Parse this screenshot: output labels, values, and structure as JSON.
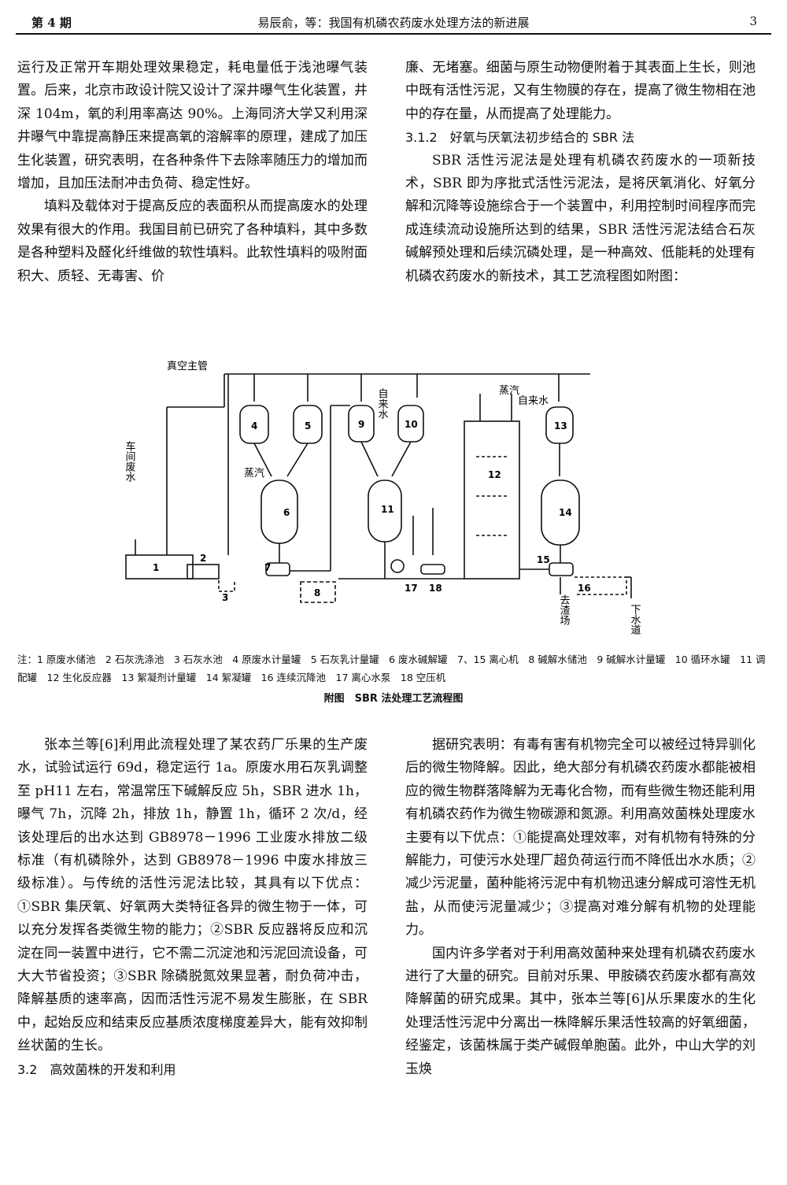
{
  "header": {
    "issue": "第 4 期",
    "running_title": "易辰俞，等：我国有机磷农药废水处理方法的新进展",
    "page_number": "3"
  },
  "top_left": {
    "p1": "运行及正常开车期处理效果稳定，耗电量低于浅池曝气装置。后来，北京市政设计院又设计了深井曝气生化装置，井深 104m，氧的利用率高达 90%。上海同济大学又利用深井曝气中靠提高静压来提高氧的溶解率的原理，建成了加压生化装置，研究表明，在各种条件下去除率随压力的增加而增加，且加压法耐冲击负荷、稳定性好。",
    "p2": "填料及载体对于提高反应的表面积从而提高废水的处理效果有很大的作用。我国目前已研究了各种填料，其中多数是各种塑料及醛化纤维做的软性填料。此软性填料的吸附面积大、质轻、无毒害、价"
  },
  "top_right": {
    "p1": "廉、无堵塞。细菌与原生动物便附着于其表面上生长，则池中既有活性污泥，又有生物膜的存在，提高了微生物相在池中的存在量，从而提高了处理能力。",
    "heading": "3.1.2　好氧与厌氧法初步结合的 SBR 法",
    "p2": "SBR 活性污泥法是处理有机磷农药废水的一项新技术，SBR 即为序批式活性污泥法，是将厌氧消化、好氧分解和沉降等设施综合于一个装置中，利用控制时间程序而完成连续流动设施所达到的结果，SBR 活性污泥法结合石灰碱解预处理和后续沉磷处理，是一种高效、低能耗的处理有机磷农药废水的新技术，其工艺流程图如附图："
  },
  "figure": {
    "vacuum_main": "真空主管",
    "wastewater": "车间废水",
    "steam": "蒸汽",
    "tap_water": "自来水",
    "to_slag": "去渣场",
    "sewer": "下水道",
    "n1": "1",
    "n2": "2",
    "n3": "3",
    "n4": "4",
    "n5": "5",
    "n6": "6",
    "n7": "7",
    "n8": "8",
    "n9": "9",
    "n10": "10",
    "n11": "11",
    "n12": "12",
    "n13": "13",
    "n14": "14",
    "n15": "15",
    "n16": "16",
    "n17": "17",
    "n18": "18",
    "note": "注：1 原废水储池　2 石灰洗涤池　3 石灰水池　4 原废水计量罐　5 石灰乳计量罐　6 废水碱解罐　7、15 离心机　8 碱解水储池　9 碱解水计量罐　10 循环水罐　11 调配罐　12 生化反应器　13 絮凝剂计量罐　14 絮凝罐　16 连续沉降池　17 离心水泵　18 空压机",
    "caption": "附图　SBR 法处理工艺流程图"
  },
  "bottom_left": {
    "p1": "张本兰等[6]利用此流程处理了某农药厂乐果的生产废水，试验试运行 69d，稳定运行 1a。原废水用石灰乳调整至 pH11 左右，常温常压下碱解反应 5h，SBR 进水 1h，曝气 7h，沉降 2h，排放 1h，静置 1h，循环 2 次/d，经该处理后的出水达到 GB8978－1996 工业废水排放二级标准（有机磷除外，达到 GB8978－1996 中废水排放三级标准）。与传统的活性污泥法比较，其具有以下优点：①SBR 集厌氧、好氧两大类特征各异的微生物于一体，可以充分发挥各类微生物的能力；②SBR 反应器将反应和沉淀在同一装置中进行，它不需二沉淀池和污泥回流设备，可大大节省投资；③SBR 除磷脱氮效果显著，耐负荷冲击，降解基质的速率高，因而活性污泥不易发生膨胀，在 SBR 中，起始反应和结束反应基质浓度梯度差异大，能有效抑制丝状菌的生长。",
    "heading": "3.2　高效菌株的开发和利用"
  },
  "bottom_right": {
    "p1": "据研究表明：有毒有害有机物完全可以被经过特异驯化后的微生物降解。因此，绝大部分有机磷农药废水都能被相应的微生物群落降解为无毒化合物，而有些微生物还能利用有机磷农药作为微生物碳源和氮源。利用高效菌株处理废水主要有以下优点：①能提高处理效率，对有机物有特殊的分解能力，可使污水处理厂超负荷运行而不降低出水水质；②减少污泥量，菌种能将污泥中有机物迅速分解成可溶性无机盐，从而使污泥量减少；③提高对难分解有机物的处理能力。",
    "p2": "国内许多学者对于利用高效菌种来处理有机磷农药废水进行了大量的研究。目前对乐果、甲胺磷农药废水都有高效降解菌的研究成果。其中，张本兰等[6]从乐果废水的生化处理活性污泥中分离出一株降解乐果活性较高的好氧细菌，经鉴定，该菌株属于类产碱假单胞菌。此外，中山大学的刘玉焕"
  }
}
